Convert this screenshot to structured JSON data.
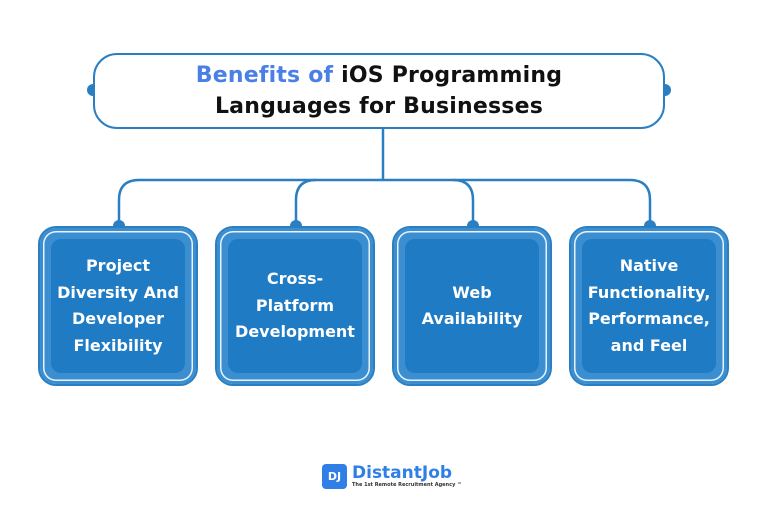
{
  "title": {
    "accent": "Benefits of",
    "rest_line1": " iOS Programming",
    "line2": "Languages for Businesses"
  },
  "cards": [
    {
      "label": "Project Diversity And Developer Flexibility"
    },
    {
      "label": "Cross-Platform Development"
    },
    {
      "label": "Web Availability"
    },
    {
      "label": "Native Functionality, Performance, and Feel"
    }
  ],
  "logo": {
    "mark": "DJ",
    "name": "DistantJob",
    "tagline": "The 1st Remote Recruitment Agency ™"
  },
  "colors": {
    "primary": "#2a7fc2",
    "card_inner": "#1f7bc4",
    "accent_text": "#4a7fe6"
  }
}
